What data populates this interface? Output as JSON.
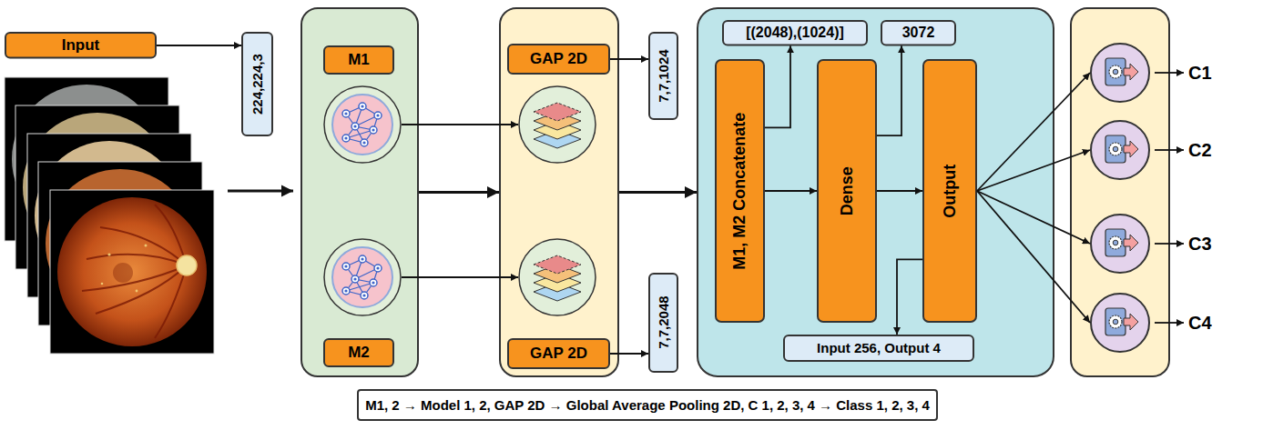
{
  "diagram": {
    "nodes": [
      {
        "text": [
          "Input"
        ]
      },
      {
        "text": [
          "224,224,3"
        ]
      },
      {
        "text": []
      },
      {
        "text": [
          "M1"
        ],
        "in": 2
      },
      {
        "text": [
          "M2"
        ],
        "in": 2
      },
      {
        "text": []
      },
      {
        "text": [
          "GAP 2D"
        ],
        "in": 5
      },
      {
        "text": [
          "GAP 2D"
        ],
        "in": 5
      },
      {
        "text": [
          "7,7,1024"
        ]
      },
      {
        "text": [
          "7,7,2048"
        ]
      },
      {
        "text": []
      },
      {
        "text": [
          "[(2048),(1024)]"
        ],
        "in": 10
      },
      {
        "text": [
          "3072"
        ],
        "in": 10
      },
      {
        "text": [
          "M1, M2 Concatenate"
        ],
        "in": 10
      },
      {
        "text": [
          "Dense"
        ],
        "in": 10
      },
      {
        "text": [
          "Output"
        ],
        "in": 10
      },
      {
        "text": [
          "Input 256, Output 4"
        ],
        "in": 10
      },
      {
        "text": []
      },
      {
        "text": [
          "C1"
        ],
        "in": 17
      },
      {
        "text": [
          "C2"
        ],
        "in": 17
      },
      {
        "text": [
          "C3"
        ],
        "in": 17
      },
      {
        "text": [
          "C4"
        ],
        "in": 17
      },
      {
        "text": [
          "M1, 2 → Model 1, 2, GAP 2D → Global Average Pooling 2D, C 1, 2, 3, 4 → Class 1, 2, 3, 4"
        ]
      }
    ],
    "edges": [
      {
        "from": 0,
        "to": 1,
        "arrow": "to"
      },
      {
        "from": 2,
        "to": 5,
        "arrow": "to"
      },
      {
        "from": 5,
        "to": 10,
        "arrow": "to"
      },
      {
        "from": 6,
        "to": 8,
        "arrow": "to"
      },
      {
        "from": 7,
        "to": 9,
        "arrow": "to"
      },
      {
        "from": 13,
        "to": 14,
        "arrow": "to"
      },
      {
        "from": 14,
        "to": 15,
        "arrow": "to"
      },
      {
        "from": 13,
        "to": 11,
        "arrow": "to"
      },
      {
        "from": 14,
        "to": 12,
        "arrow": "to"
      },
      {
        "from": 15,
        "to": 16,
        "arrow": "to"
      },
      {
        "from": 15,
        "to": 18,
        "arrow": "to"
      },
      {
        "from": 15,
        "to": 19,
        "arrow": "to"
      },
      {
        "from": 15,
        "to": 20,
        "arrow": "to"
      },
      {
        "from": 15,
        "to": 21,
        "arrow": "to"
      }
    ]
  }
}
